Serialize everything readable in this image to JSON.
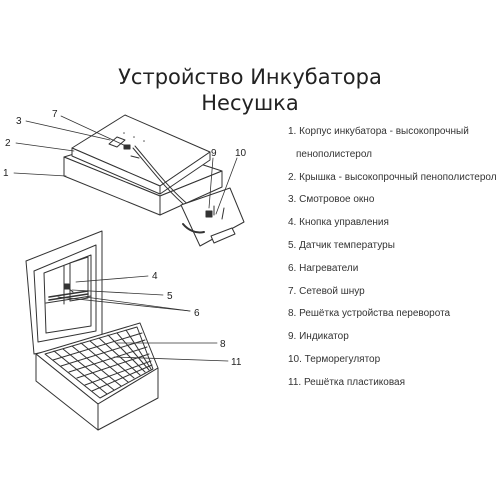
{
  "title": {
    "line1": "Устройство Инкубатора",
    "line2": "Несушка"
  },
  "legend": [
    {
      "text": "1. Корпус инкубатора - высокопрочный"
    },
    {
      "text": "пенополистерол"
    },
    {
      "text": "2. Крышка - высокопрочный пенополистерол"
    },
    {
      "text": "3. Смотровое окно"
    },
    {
      "text": "4. Кнопка управления"
    },
    {
      "text": "5. Датчик температуры"
    },
    {
      "text": "6. Нагреватели"
    },
    {
      "text": "7. Сетевой шнур"
    },
    {
      "text": "8. Решётка устройства переворота"
    },
    {
      "text": "9. Индикатор"
    },
    {
      "text": "10. Терморегулятор"
    },
    {
      "text": "11. Решётка пластиковая"
    }
  ],
  "callouts": {
    "c1": "1",
    "c2": "2",
    "c3": "3",
    "c4": "4",
    "c5": "5",
    "c6": "6",
    "c7": "7",
    "c8": "8",
    "c9": "9",
    "c10": "10",
    "c11": "11"
  }
}
